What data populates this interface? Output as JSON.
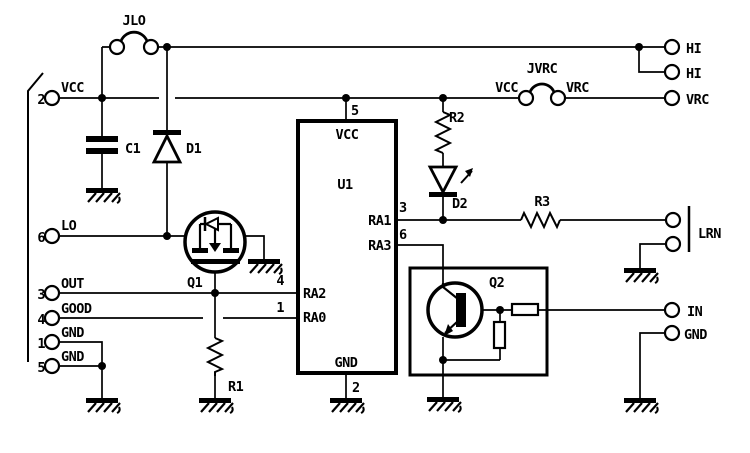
{
  "schematic": {
    "colors": {
      "line": "#000000",
      "background": "#ffffff"
    },
    "connector_left": {
      "pins": [
        {
          "num": "2",
          "net": "VCC"
        },
        {
          "num": "6",
          "net": "LO"
        },
        {
          "num": "3",
          "net": "OUT"
        },
        {
          "num": "4",
          "net": "GOOD"
        },
        {
          "num": "1",
          "net": "GND"
        },
        {
          "num": "5",
          "net": "GND"
        }
      ]
    },
    "jlo": {
      "ref": "JLO"
    },
    "jvrc": {
      "ref": "JVRC",
      "left": "VCC",
      "right": "VRC"
    },
    "c1": {
      "ref": "C1"
    },
    "d1": {
      "ref": "D1"
    },
    "q1": {
      "ref": "Q1"
    },
    "r1": {
      "ref": "R1"
    },
    "r2": {
      "ref": "R2"
    },
    "d2": {
      "ref": "D2"
    },
    "r3": {
      "ref": "R3"
    },
    "q2": {
      "ref": "Q2"
    },
    "u1": {
      "ref": "U1",
      "top": {
        "num": "5",
        "name": "VCC"
      },
      "bottom": {
        "num": "2",
        "name": "GND"
      },
      "right": [
        {
          "num": "3",
          "name": "RA1"
        },
        {
          "num": "6",
          "name": "RA3"
        }
      ],
      "left": [
        {
          "num": "4",
          "name": "RA2"
        },
        {
          "num": "1",
          "name": "RA0"
        }
      ]
    },
    "terminals": {
      "hi_top": "HI",
      "hi_bottom": "HI",
      "vrc": "VRC",
      "lrn": "LRN",
      "in": "IN",
      "gnd": "GND"
    }
  }
}
